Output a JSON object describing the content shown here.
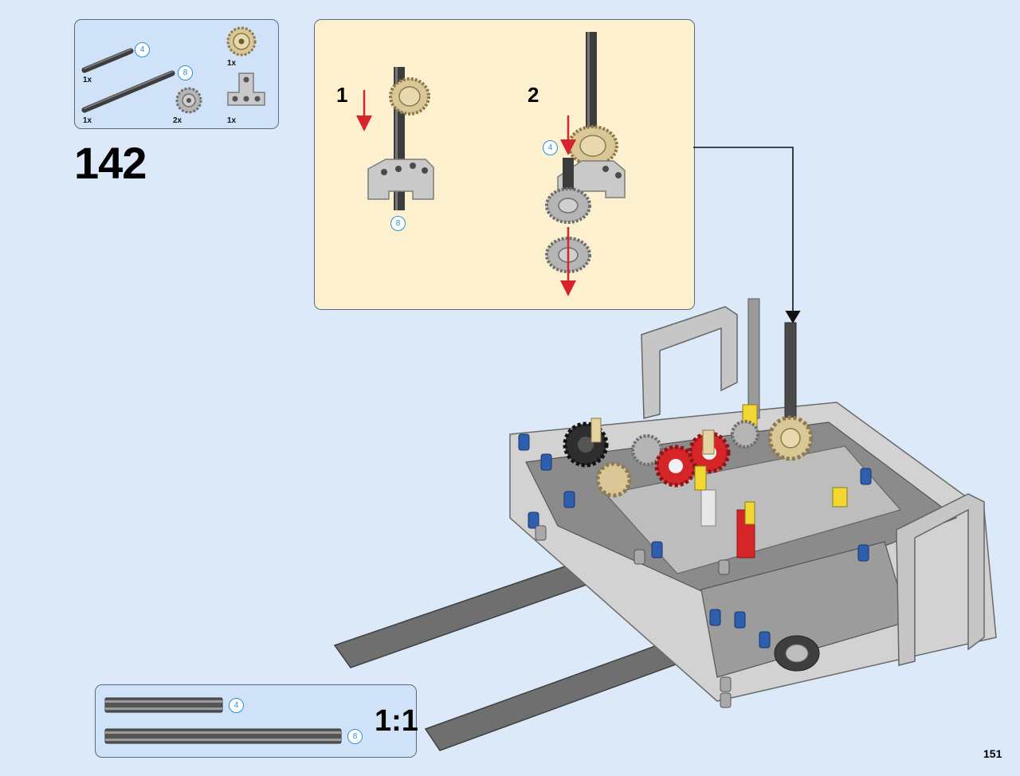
{
  "step": {
    "number": "142"
  },
  "parts": [
    {
      "name": "axle-4",
      "qty": "1x",
      "length": "4"
    },
    {
      "name": "axle-8",
      "qty": "1x",
      "length": "8"
    },
    {
      "name": "gear-20-tan",
      "qty": "1x"
    },
    {
      "name": "gear-12-grey",
      "qty": "2x"
    },
    {
      "name": "t-beam-grey",
      "qty": "1x"
    }
  ],
  "substeps": [
    {
      "number": "1",
      "axle_length": "8"
    },
    {
      "number": "2",
      "axle_length": "4"
    }
  ],
  "scale": {
    "label": "1:1",
    "axles": [
      {
        "length": "4"
      },
      {
        "length": "8"
      }
    ]
  },
  "page": {
    "number": "151"
  },
  "colors": {
    "background": "#dbe9f8",
    "callout": "#cfe2f7",
    "subassembly": "#fdf0cf",
    "arrow": "#d7232c",
    "badge": "#2c8fd6"
  }
}
